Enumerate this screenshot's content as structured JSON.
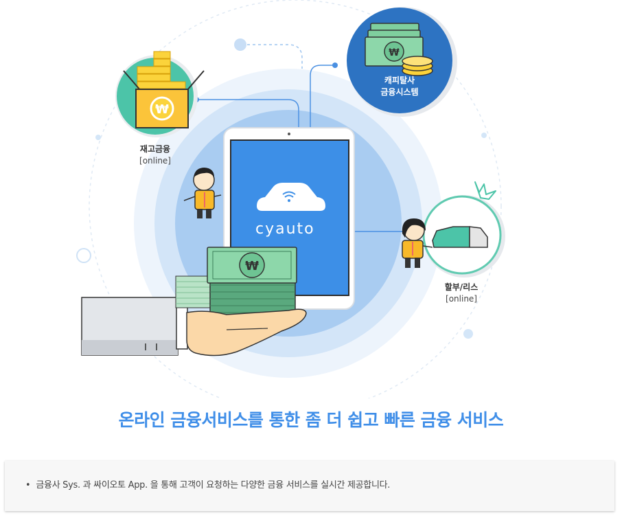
{
  "illustration": {
    "app_logo": "cyauto",
    "capital_node": {
      "line1": "캐피탈사",
      "line2": "금융시스템"
    },
    "inventory_node": {
      "title": "재고금융",
      "sub": "[online]"
    },
    "installment_node": {
      "title": "할부/리스",
      "sub": "[online]"
    },
    "currency_symbol": "₩"
  },
  "headline": "온라인 금융서비스를 통한 좀 더 쉽고 빠른 금융 서비스",
  "description": {
    "bullet": "•",
    "text": "금융사 Sys. 과 싸이오토 App. 을 통해 고객이 요청하는 다양한 금융 서비스를 실시간 제공합니다."
  },
  "colors": {
    "headline": "#3f8ee8",
    "tablet_screen": "#3d8fe7",
    "ring_outer": "#e8f1fb",
    "ring_mid": "#c6ddf6",
    "ring_inner": "#9cc3ef",
    "capital_circle": "#2d73c2",
    "teal": "#4cc4a8",
    "money_green": "#62b98a",
    "shirt": "#f8b929"
  }
}
